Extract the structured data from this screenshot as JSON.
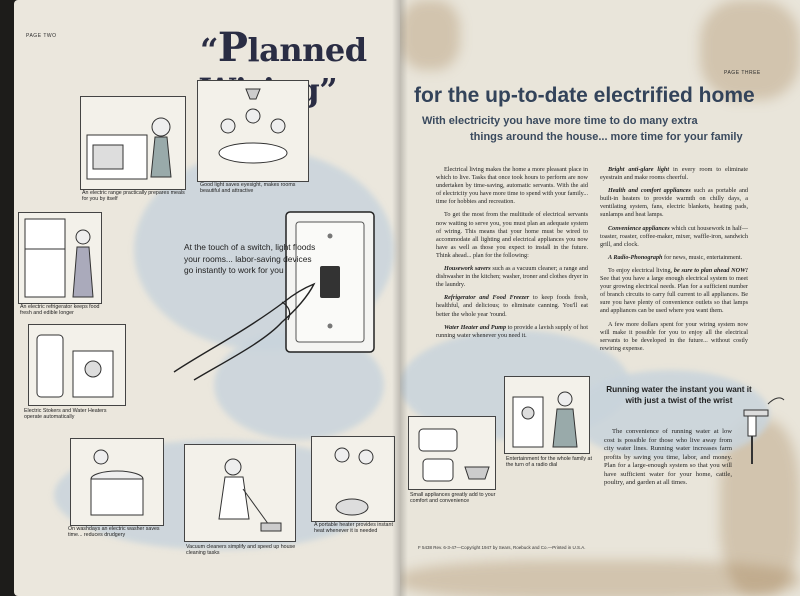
{
  "left_page": {
    "page_label": "PAGE TWO",
    "title_open_quote": "“",
    "title_cap": "P",
    "title_rest": "lanned Wiring",
    "title_close_quote": "”",
    "switch_text": "At the touch of a switch, light floods your rooms... labor-saving devices go instantly to work for you",
    "captions": {
      "range": "An electric range practically prepares meals for you by itself",
      "light": "Good light saves eyesight, makes rooms beautiful and attractive",
      "refrigerator": "An electric refrigerator keeps food fresh and edible longer",
      "stokers": "Electric Stokers and Water Heaters operate automatically",
      "washer": "On washdays an electric washer saves time... reduces drudgery",
      "vacuum": "Vacuum cleaners simplify and speed up house cleaning tasks",
      "heater": "A portable heater provides instant heat whenever it is needed"
    }
  },
  "right_page": {
    "page_label": "PAGE THREE",
    "headline": "for the up-to-date electrified home",
    "subhead_line1": "With electricity you have more time to do many extra",
    "subhead_line2": "things around the house... more time for your family",
    "col1": {
      "p1": "Electrical living makes the home a more pleasant place in which to live. Tasks that once took hours to perform are now undertaken by time-saving, automatic servants. With the aid of electricity you have more time to spend with your family... time for hobbies and recreation.",
      "p2": "To get the most from the multitude of electrical servants now waiting to serve you, you must plan an adequate system of wiring. This means that your home must be wired to accommodate all lighting and electrical appliances you now have as well as those you expect to install in the future. Think ahead... plan for the following:",
      "p3_lead": "Housework savers",
      "p3": " such as a vacuum cleaner; a range and dishwasher in the kitchen; washer, ironer and clothes dryer in the laundry.",
      "p4_lead": "Refrigerator and Food Freezer",
      "p4": " to keep foods fresh, healthful, and delicious; to eliminate canning. You'll eat better the whole year 'round.",
      "p5_lead": "Water Heater and Pump",
      "p5": " to provide a lavish supply of hot running water whenever you need it."
    },
    "col2": {
      "p1_lead": "Bright anti-glare light",
      "p1": " in every room to eliminate eyestrain and make rooms cheerful.",
      "p2_lead": "Health and comfort appliances",
      "p2": " such as portable and built-in heaters to provide warmth on chilly days, a ventilating system, fans, electric blankets, heating pads, sunlamps and heat lamps.",
      "p3_lead": "Convenience appliances",
      "p3": " which cut housework in half—toaster, roaster, coffee-maker, mixer, waffle-iron, sandwich grill, and clock.",
      "p4_lead": "A Radio-Phonograph",
      "p4": " for news, music, entertainment.",
      "p5_a": "To enjoy electrical living,",
      "p5_lead": " be sure to plan ahead NOW!",
      "p5": " See that you have a large enough electrical system to meet your growing electrical needs. Plan for a sufficient number of branch circuits to carry full current to all appliances. Be sure you have plenty of convenience outlets so that lamps and appliances can be used where you want them.",
      "p6": "A few more dollars spent for your wiring system now will make it possible for you to enjoy all the electrical servants to be developed in the future... without costly rewiring expense."
    },
    "running_title": "Running water the instant you want it with just a twist of the wrist",
    "running_body": "The convenience of running water at low cost is possible for those who live away from city water lines. Running water increases farm profits by saving you time, labor, and money. Plan for a large-enough system so that you will have sufficient water for your home, cattle, poultry, and garden at all times.",
    "captions": {
      "radio": "Entertainment for the whole family at the turn of a radio dial",
      "small_appliances": "Small appliances greatly add to your comfort and convenience"
    },
    "footer": "F 5438 Rev. 6-3-47—Copyright 1947 by Sears, Roebuck and Co.—Printed in U.S.A."
  }
}
